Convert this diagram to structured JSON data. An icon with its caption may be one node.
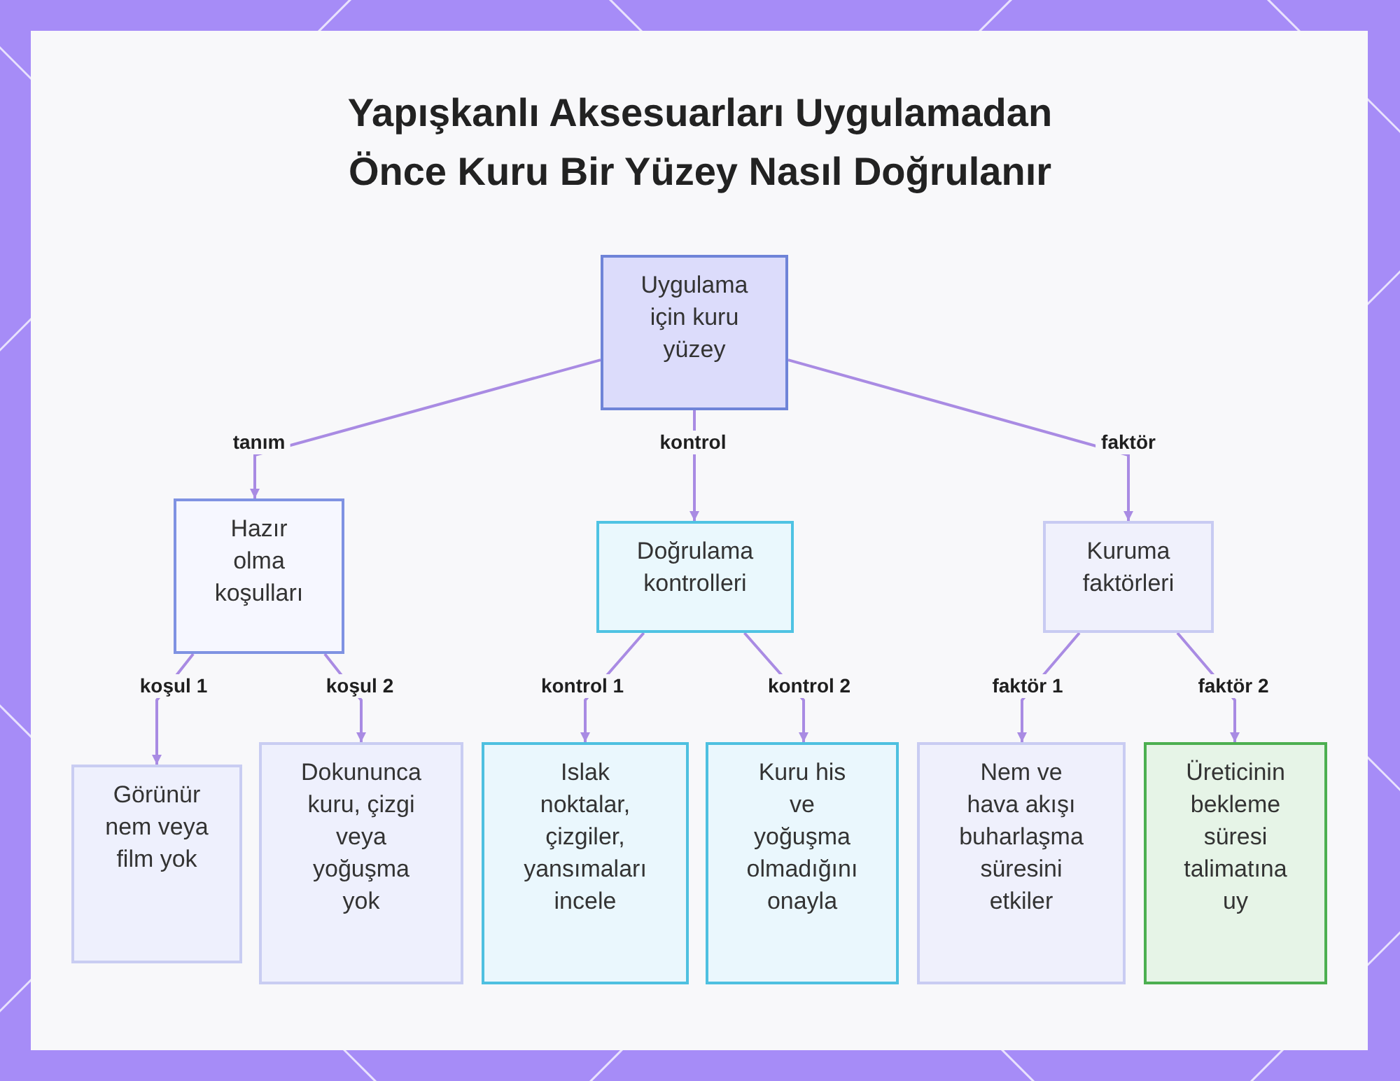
{
  "diagram": {
    "title": "Yapışkanlı Aksesuarları Uygulamadan Önce Kuru Bir Yüzey Nasıl Doğrulanır",
    "nodes": [
      {
        "text": [
          "Uygulama için kuru yüzey"
        ]
      },
      {
        "text": [
          "Hazır olma koşulları"
        ]
      },
      {
        "text": [
          "Doğrulama kontrolleri"
        ]
      },
      {
        "text": [
          "Kuruma faktörleri"
        ]
      },
      {
        "text": [
          "Görünür nem veya film yok"
        ]
      },
      {
        "text": [
          "Dokununca kuru, çizgi veya yoğuşma yok"
        ]
      },
      {
        "text": [
          "Islak noktalar, çizgiler, yansımaları incele"
        ]
      },
      {
        "text": [
          "Kuru his ve yoğuşma olmadığını onayla"
        ]
      },
      {
        "text": [
          "Nem ve hava akışı buharlaşma süresini etkiler"
        ]
      },
      {
        "text": [
          "Üreticinin bekleme süresi talimatına uy"
        ]
      }
    ],
    "edges": [
      {
        "from": 0,
        "to": 1,
        "arrow": "to",
        "label": "tanım"
      },
      {
        "from": 0,
        "to": 2,
        "arrow": "to",
        "label": "kontrol"
      },
      {
        "from": 0,
        "to": 3,
        "arrow": "to",
        "label": "faktör"
      },
      {
        "from": 1,
        "to": 4,
        "arrow": "to",
        "label": "koşul 1"
      },
      {
        "from": 1,
        "to": 5,
        "arrow": "to",
        "label": "koşul 2"
      },
      {
        "from": 2,
        "to": 6,
        "arrow": "to",
        "label": "kontrol 1"
      },
      {
        "from": 2,
        "to": 7,
        "arrow": "to",
        "label": "kontrol 2"
      },
      {
        "from": 3,
        "to": 8,
        "arrow": "to",
        "label": "faktör 1"
      },
      {
        "from": 3,
        "to": 9,
        "arrow": "to",
        "label": "faktör 2"
      }
    ]
  }
}
